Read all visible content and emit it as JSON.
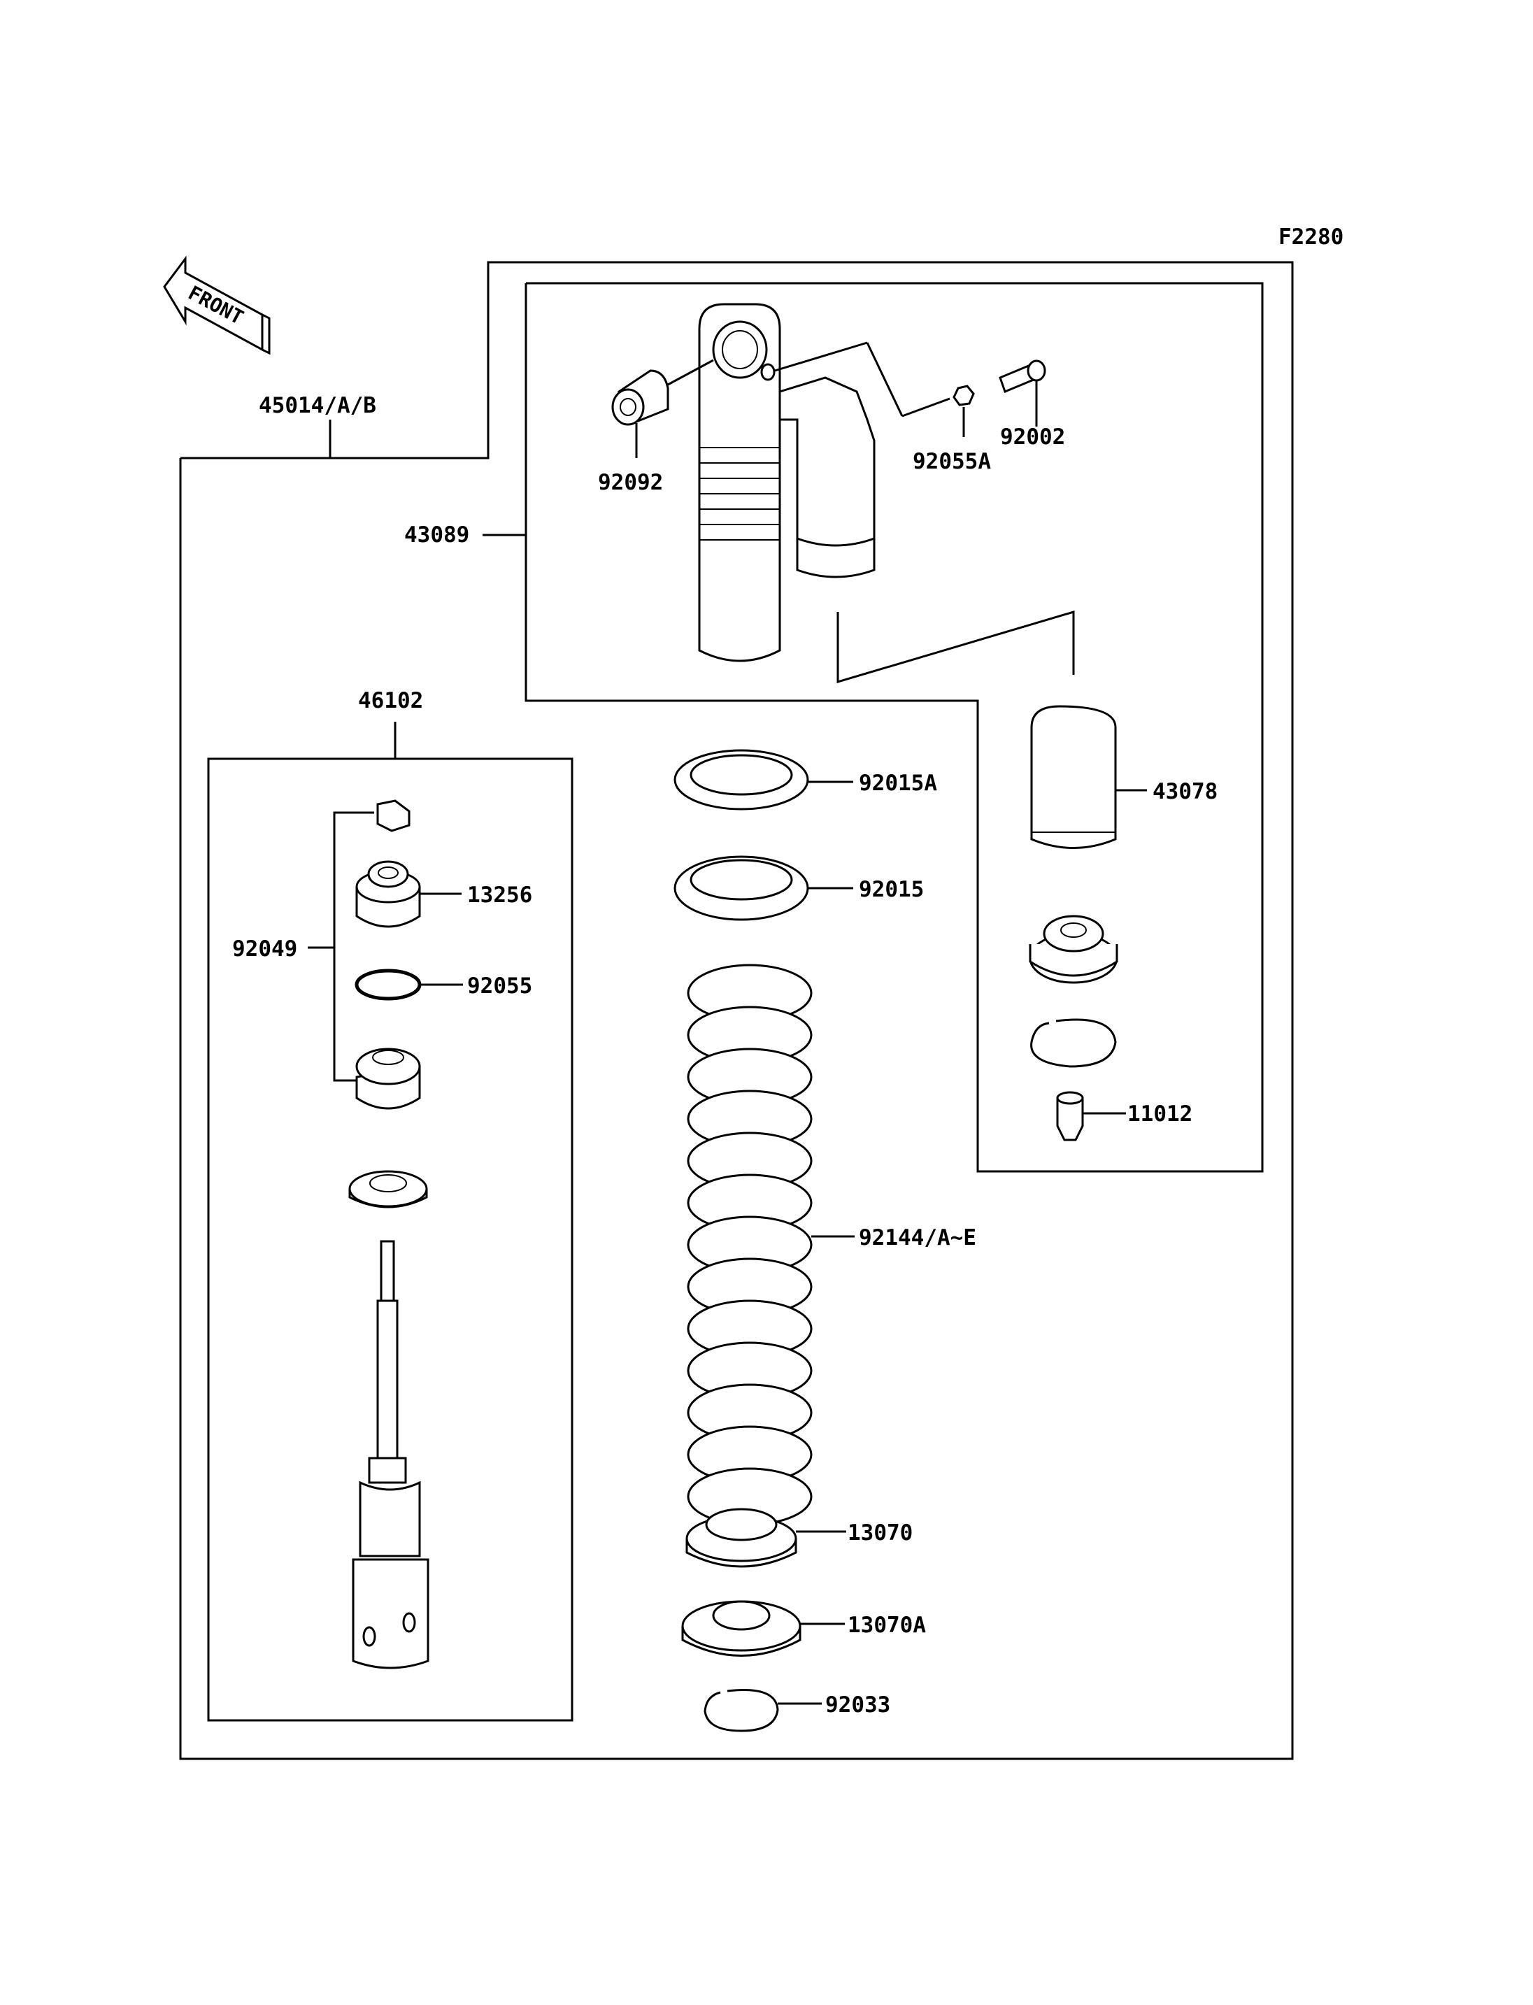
{
  "figure_code": "F2280",
  "front_label": "FRONT",
  "labels": {
    "p45014": "45014/A/B",
    "p43089": "43089",
    "p92092": "92092",
    "p92055A": "92055A",
    "p92002": "92002",
    "p46102": "46102",
    "p43078": "43078",
    "p92015A": "92015A",
    "p92015": "92015",
    "p13256": "13256",
    "p92049": "92049",
    "p92055": "92055",
    "p11012": "11012",
    "p92144": "92144/A~E",
    "p13070": "13070",
    "p13070A": "13070A",
    "p92033": "92033"
  }
}
